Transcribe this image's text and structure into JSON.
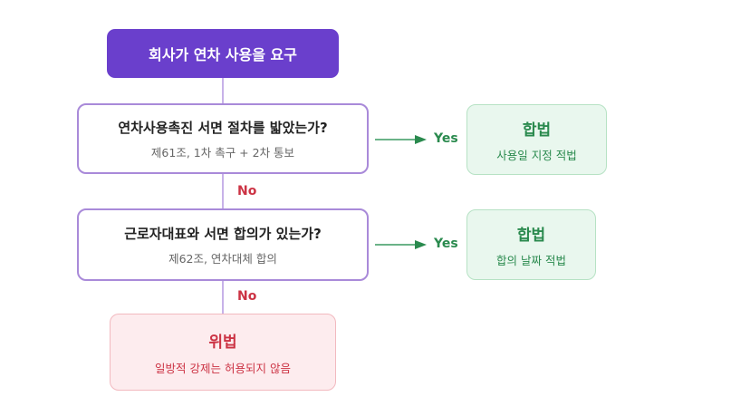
{
  "start": {
    "label": "회사가 연차 사용을 요구"
  },
  "decisions": [
    {
      "question": "연차사용촉진 서면 절차를 밟았는가?",
      "note": "제61조, 1차 촉구 + 2차 통보"
    },
    {
      "question": "근로자대표와 서면 합의가 있는가?",
      "note": "제62조, 연차대체 합의"
    }
  ],
  "outcomes": {
    "legal_1": {
      "title": "합법",
      "subtitle": "사용일 지정 적법"
    },
    "legal_2": {
      "title": "합법",
      "subtitle": "합의 날짜 적법"
    },
    "illegal": {
      "title": "위법",
      "subtitle": "일방적 강제는 허용되지 않음"
    }
  },
  "edges": {
    "yes_label": "Yes",
    "no_label": "No"
  },
  "colors": {
    "start_fill": "#6a3fcc",
    "decision_border": "#a98ad9",
    "legal_fill": "#e9f7ee",
    "legal_text": "#2a8a4e",
    "illegal_fill": "#fdecee",
    "illegal_text": "#cc3344"
  }
}
